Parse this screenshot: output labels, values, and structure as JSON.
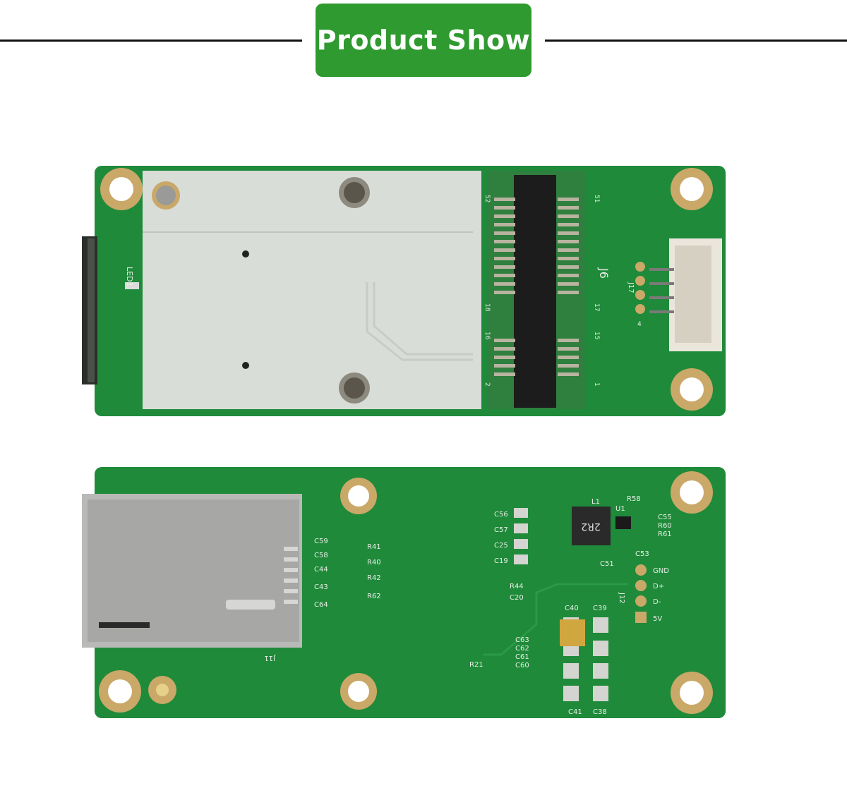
{
  "header": {
    "title": "Product Show"
  },
  "colors": {
    "accent": "#2f9a2f",
    "pcb": "#1f8a3a",
    "rule": "#111111"
  },
  "top_board": {
    "labels": [
      "LED1",
      "J6",
      "J17",
      "52",
      "51",
      "18",
      "17",
      "16",
      "15",
      "2",
      "1",
      "4"
    ]
  },
  "bottom_board": {
    "ic_marking": "2R2",
    "labels": [
      "J11",
      "J12",
      "GND",
      "D+",
      "D-",
      "5V",
      "C56",
      "C57",
      "C25",
      "C19",
      "C59",
      "C58",
      "C44",
      "C43",
      "C64",
      "R41",
      "R40",
      "R42",
      "R62",
      "C20",
      "R44",
      "C63",
      "C62",
      "C61",
      "C60",
      "R21",
      "C40",
      "C39",
      "C38",
      "C41",
      "C51",
      "C53",
      "C55",
      "R60",
      "R61",
      "R58",
      "U1",
      "L1"
    ]
  }
}
